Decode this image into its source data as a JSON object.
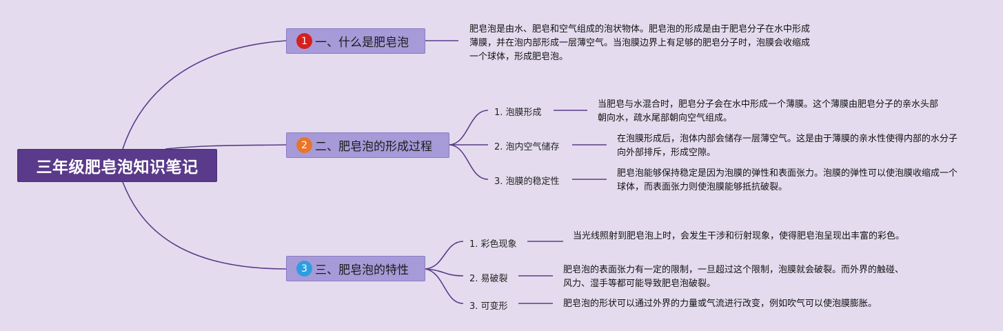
{
  "root": {
    "title": "三年级肥皂泡知识笔记"
  },
  "colors": {
    "background": "#e4dcee",
    "root": "#5a3a8a",
    "branch": "#a79ad8",
    "line": "#5a3a8a"
  },
  "branches": [
    {
      "badge": "1",
      "badge_color": "#d62020",
      "label": "一、什么是肥皂泡",
      "description": "肥皂泡是由水、肥皂和空气组成的泡状物体。肥皂泡的形成是由于肥皂分子在水中形成薄膜，并在泡内部形成一层薄空气。当泡膜边界上有足够的肥皂分子时，泡膜会收缩成一个球体，形成肥皂泡。"
    },
    {
      "badge": "2",
      "badge_color": "#e8762a",
      "label": "二、肥皂泡的形成过程",
      "items": [
        {
          "label": "1. 泡膜形成",
          "text": "当肥皂与水混合时，肥皂分子会在水中形成一个薄膜。这个薄膜由肥皂分子的亲水头部朝向水，疏水尾部朝向空气组成。"
        },
        {
          "label": "2. 泡内空气储存",
          "text": "在泡膜形成后，泡体内部会储存一层薄空气。这是由于薄膜的亲水性使得内部的水分子向外部排斥，形成空隙。"
        },
        {
          "label": "3. 泡膜的稳定性",
          "text": "肥皂泡能够保持稳定是因为泡膜的弹性和表面张力。泡膜的弹性可以使泡膜收缩成一个球体，而表面张力则使泡膜能够抵抗破裂。"
        }
      ]
    },
    {
      "badge": "3",
      "badge_color": "#2e9de0",
      "label": "三、肥皂泡的特性",
      "items": [
        {
          "label": "1. 彩色现象",
          "text": "当光线照射到肥皂泡上时，会发生干涉和衍射现象，使得肥皂泡呈现出丰富的彩色。"
        },
        {
          "label": "2. 易破裂",
          "text": "肥皂泡的表面张力有一定的限制，一旦超过这个限制，泡膜就会破裂。而外界的触碰、风力、湿手等都可能导致肥皂泡破裂。"
        },
        {
          "label": "3. 可变形",
          "text": "肥皂泡的形状可以通过外界的力量或气流进行改变，例如吹气可以使泡膜膨胀。"
        }
      ]
    }
  ]
}
